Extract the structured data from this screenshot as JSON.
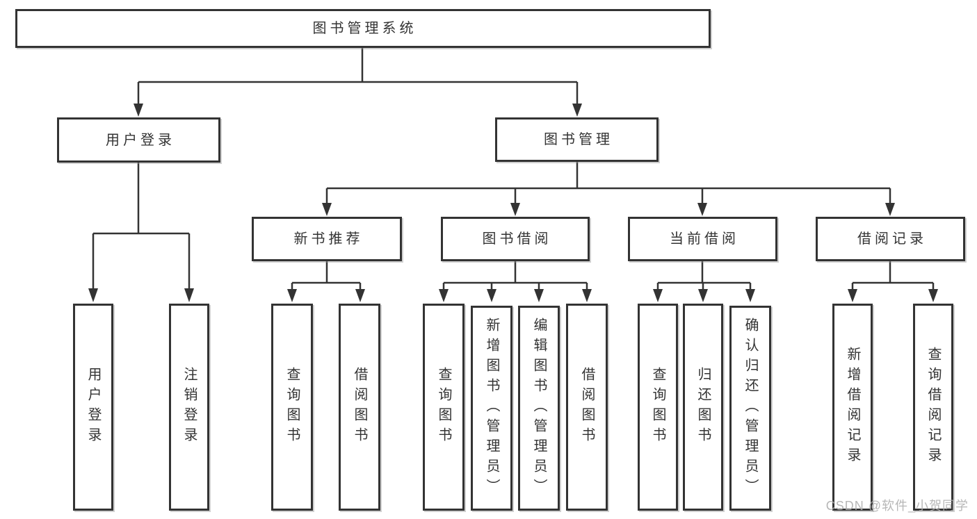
{
  "tree": {
    "label": "图书管理系统",
    "children": [
      {
        "label": "用户登录",
        "children": [
          {
            "label": "用户登录"
          },
          {
            "label": "注销登录"
          }
        ]
      },
      {
        "label": "图书管理",
        "children": [
          {
            "label": "新书推荐",
            "children": [
              {
                "label": "查询图书"
              },
              {
                "label": "借阅图书"
              }
            ]
          },
          {
            "label": "图书借阅",
            "children": [
              {
                "label": "查询图书"
              },
              {
                "label": "新增图书（管理员）"
              },
              {
                "label": "编辑图书（管理员）"
              },
              {
                "label": "借阅图书"
              }
            ]
          },
          {
            "label": "当前借阅",
            "children": [
              {
                "label": "查询图书"
              },
              {
                "label": "归还图书"
              },
              {
                "label": "确认归还（管理员）"
              }
            ]
          },
          {
            "label": "借阅记录",
            "children": [
              {
                "label": "新增借阅记录"
              },
              {
                "label": "查询借阅记录"
              }
            ]
          }
        ]
      }
    ]
  },
  "watermark": "CSDN @软件_小贺同学",
  "colors": {
    "line": "#333333",
    "box_border": "#333333",
    "background": "#ffffff",
    "watermark": "#afafaf"
  }
}
